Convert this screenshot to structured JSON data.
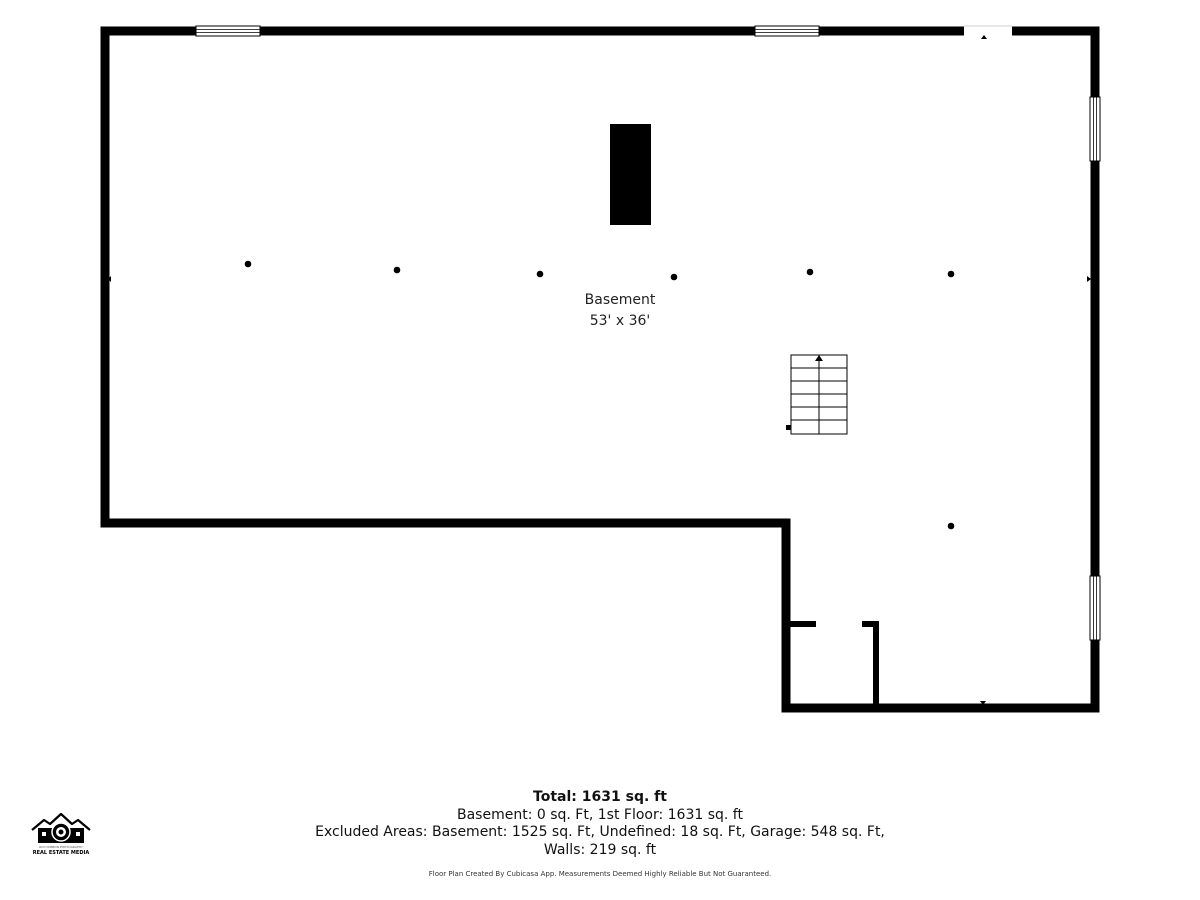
{
  "floor_plan": {
    "room_name": "Basement",
    "room_dimensions": "53' x 36'"
  },
  "summary": {
    "total": "Total: 1631 sq. ft",
    "line1": "Basement: 0 sq. Ft, 1st Floor: 1631 sq. ft",
    "line2": "Excluded Areas: Basement: 1525 sq. Ft, Undefined: 18 sq. Ft, Garage: 548 sq. Ft,",
    "line3": "Walls: 219 sq. ft"
  },
  "disclaimer": "Floor Plan Created By Cubicasa App. Measurements Deemed Highly Reliable But Not Guaranteed.",
  "logo": {
    "tagline": "RICH RIBBON PHOTOGRAPHY",
    "brand": "REAL ESTATE MEDIA"
  },
  "colors": {
    "wall": "#000000",
    "background": "#ffffff"
  },
  "icons": [
    "house-camera-logo-icon",
    "stairs-up-arrow-icon"
  ]
}
